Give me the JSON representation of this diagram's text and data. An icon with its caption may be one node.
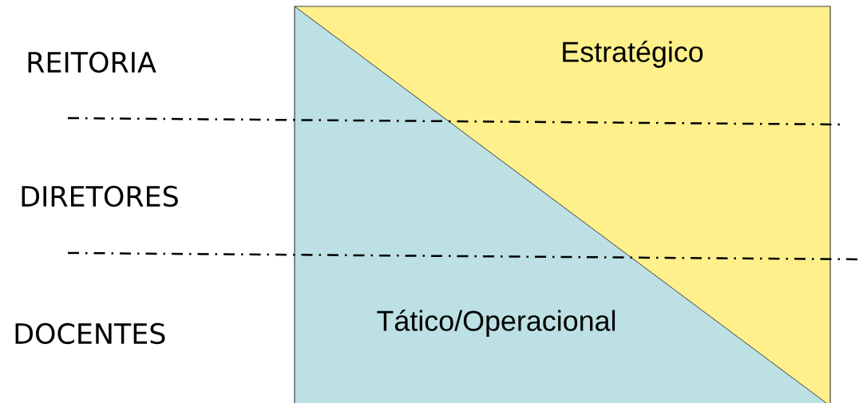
{
  "diagram": {
    "nodes": [
      {
        "text": [
          "Estratégico"
        ]
      },
      {
        "text": [
          "Tático/Operacional"
        ]
      }
    ],
    "labels": [
      "REITORIA",
      "DIRETORES",
      "DOCENTES"
    ]
  }
}
